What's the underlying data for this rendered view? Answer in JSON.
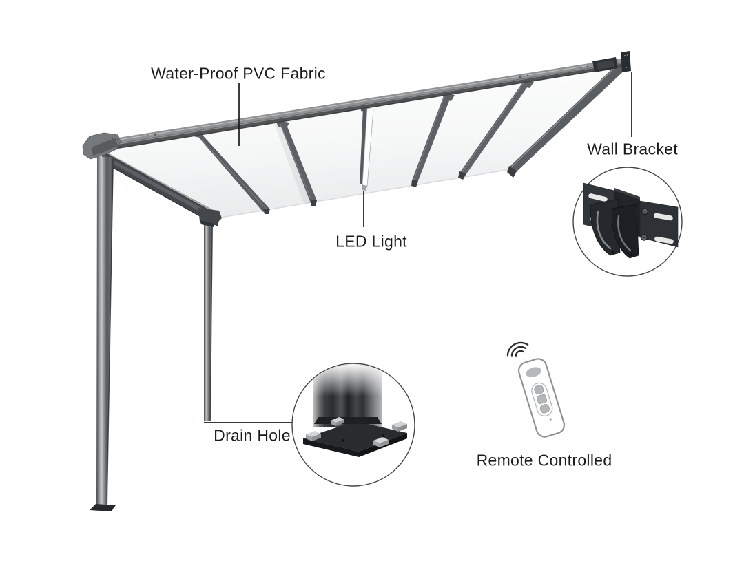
{
  "diagram": {
    "labels": {
      "fabric": "Water-Proof PVC Fabric",
      "wall_bracket": "Wall Bracket",
      "led_light": "LED Light",
      "drain_hole": "Drain Hole",
      "remote": "Remote Controlled"
    },
    "colors": {
      "background": "#ffffff",
      "frame_gray": "#8f9193",
      "frame_dark": "#43474b",
      "fabric_white": "#f7f8f8",
      "callout_line": "#1b1b1b",
      "bracket_black": "#26292c",
      "remote_button_gray": "#b4b7ba",
      "circle_stroke": "#454545"
    }
  }
}
